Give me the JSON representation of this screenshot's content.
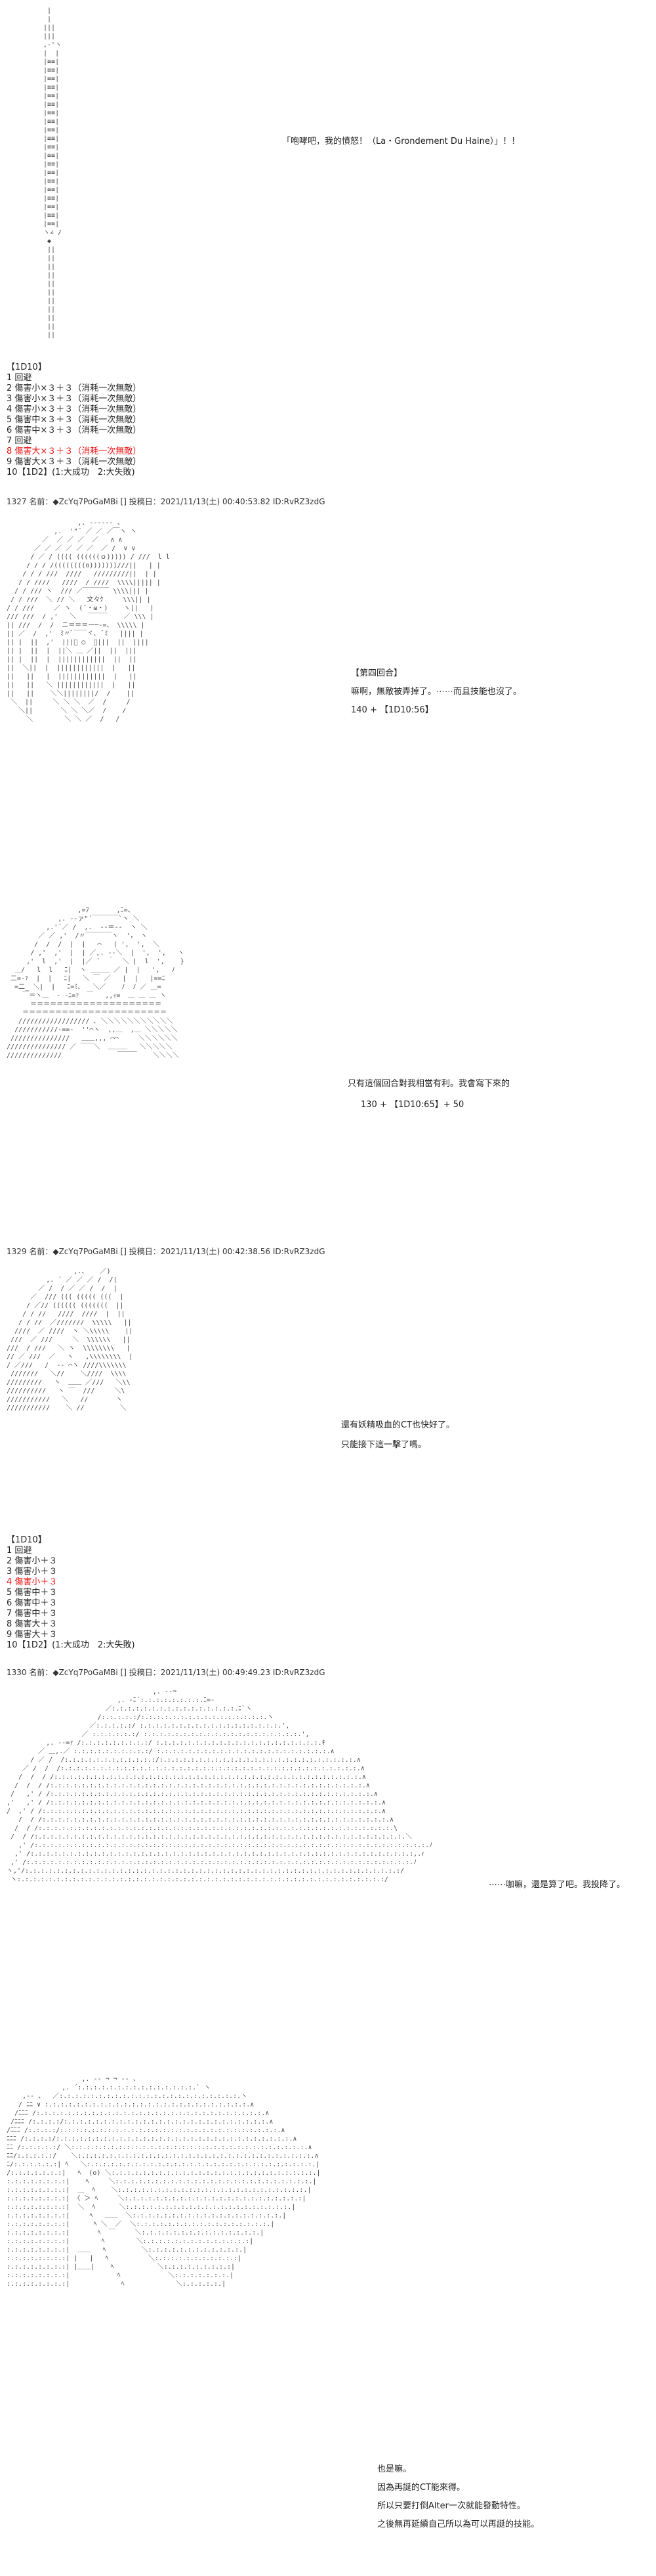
{
  "blocks": {
    "b1_text": "「咆哮吧，我的憤怒！（La・Grondement Du Haine）」！！",
    "b1_list": [
      "【1D10】",
      "1 回避",
      "2 傷害小×３＋３（消耗一次無敵）",
      "3 傷害小×３＋３（消耗一次無敵）",
      "4 傷害小×３＋３（消耗一次無敵）",
      "5 傷害中×３＋３（消耗一次無敵）",
      "6 傷害中×３＋３（消耗一次無敵）",
      "7 回避",
      "8 傷害大×３＋３（消耗一次無敵）",
      "9 傷害大×３＋３（消耗一次無敵）",
      "10【1D2】(1:大成功　2:大失敗)"
    ],
    "h1327": "1327 名前：◆ZcYq7PoGaMBi [] 投稿日：2021/11/13(土) 00:40:53.82 ID:RvRZ3zdG",
    "b2_lines": [
      "【第四回合】",
      "嘛啊，無敵被弄掉了。⋯⋯而且技能也沒了。",
      "140 + 【1D10:56】"
    ],
    "b3_lines": [
      "只有這個回合對我相當有利。我會寫下來的",
      "130 + 【1D10:65】+ 50"
    ],
    "h1329": "1329 名前：◆ZcYq7PoGaMBi [] 投稿日：2021/11/13(土) 00:42:38.56 ID:RvRZ3zdG",
    "b4_lines": [
      "還有妖精吸血的CT也快好了。",
      "只能接下這一擊了嗎。"
    ],
    "b4_list": [
      "【1D10】",
      "1 回避",
      "2 傷害小＋３",
      "3 傷害小＋３",
      "4 傷害小＋３",
      "5 傷害中＋３",
      "6 傷害中＋３",
      "7 傷害中＋３",
      "8 傷害大＋３",
      "9 傷害大＋３",
      "10【1D2】(1:大成功　2:大失敗)"
    ],
    "h1330": "1330 名前：◆ZcYq7PoGaMBi [] 投稿日：2021/11/13(土) 00:49:49.23 ID:RvRZ3zdG",
    "b5_text": "⋯⋯咖嘛，還是算了吧。我投降了。",
    "b6_lines": [
      "也是嘛。",
      "因為再誕的CT能來得。",
      "所以只要打倒Alter一次就能發動特性。",
      "之後無再延續自己所以為可以再誕的技能。"
    ]
  }
}
